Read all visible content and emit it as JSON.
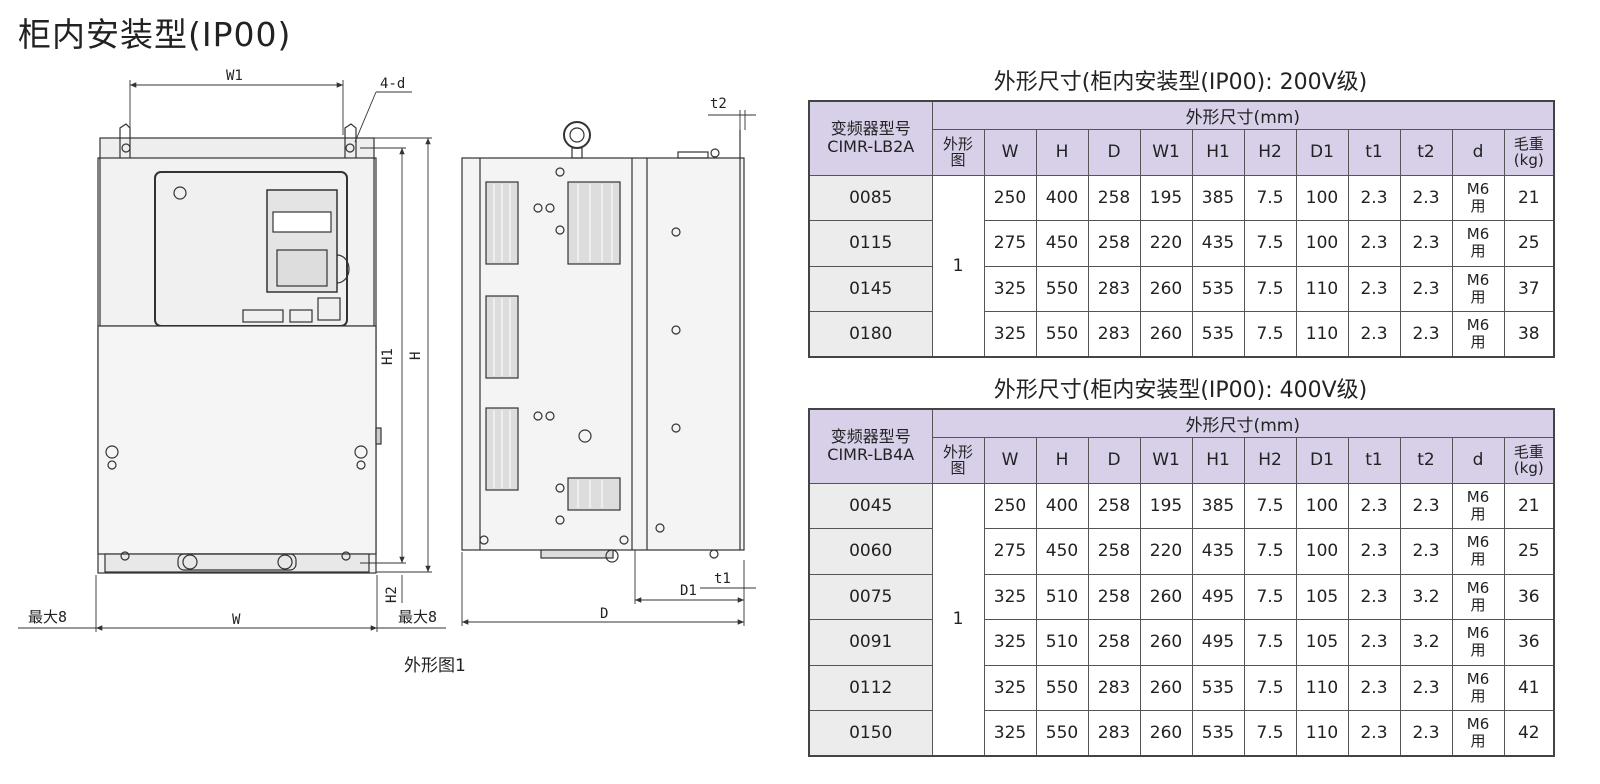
{
  "page_title": "柜内安装型(IP00)",
  "figure_caption": "外形图1",
  "drawing_labels": {
    "w1": "W1",
    "d4": "4-d",
    "t2": "t2",
    "h1": "H1",
    "h": "H",
    "h2": "H2",
    "t1": "t1",
    "d1": "D1",
    "w": "W",
    "d": "D",
    "max8_left": "最大8",
    "max8_right": "最大8"
  },
  "table_headers": {
    "model_line1": "变频器型号",
    "outline_group": "外形尺寸(mm)",
    "fig_line1": "外形",
    "fig_line2": "图",
    "cols": [
      "W",
      "H",
      "D",
      "W1",
      "H1",
      "H2",
      "D1",
      "t1",
      "t2",
      "d"
    ],
    "weight_line1": "毛重",
    "weight_line2": "(kg)"
  },
  "table_200v": {
    "title": "外形尺寸(柜内安装型(IP00): 200V级)",
    "model_line2": "CIMR-LB2A",
    "fig": "1",
    "rows": [
      {
        "model": "0085",
        "cells": [
          "250",
          "400",
          "258",
          "195",
          "385",
          "7.5",
          "100",
          "2.3",
          "2.3"
        ],
        "d1": "M6",
        "d2": "用",
        "weight": "21"
      },
      {
        "model": "0115",
        "cells": [
          "275",
          "450",
          "258",
          "220",
          "435",
          "7.5",
          "100",
          "2.3",
          "2.3"
        ],
        "d1": "M6",
        "d2": "用",
        "weight": "25"
      },
      {
        "model": "0145",
        "cells": [
          "325",
          "550",
          "283",
          "260",
          "535",
          "7.5",
          "110",
          "2.3",
          "2.3"
        ],
        "d1": "M6",
        "d2": "用",
        "weight": "37"
      },
      {
        "model": "0180",
        "cells": [
          "325",
          "550",
          "283",
          "260",
          "535",
          "7.5",
          "110",
          "2.3",
          "2.3"
        ],
        "d1": "M6",
        "d2": "用",
        "weight": "38"
      }
    ]
  },
  "table_400v": {
    "title": "外形尺寸(柜内安装型(IP00): 400V级)",
    "model_line2": "CIMR-LB4A",
    "fig": "1",
    "rows": [
      {
        "model": "0045",
        "cells": [
          "250",
          "400",
          "258",
          "195",
          "385",
          "7.5",
          "100",
          "2.3",
          "2.3"
        ],
        "d1": "M6",
        "d2": "用",
        "weight": "21"
      },
      {
        "model": "0060",
        "cells": [
          "275",
          "450",
          "258",
          "220",
          "435",
          "7.5",
          "100",
          "2.3",
          "2.3"
        ],
        "d1": "M6",
        "d2": "用",
        "weight": "25"
      },
      {
        "model": "0075",
        "cells": [
          "325",
          "510",
          "258",
          "260",
          "495",
          "7.5",
          "105",
          "2.3",
          "3.2"
        ],
        "d1": "M6",
        "d2": "用",
        "weight": "36"
      },
      {
        "model": "0091",
        "cells": [
          "325",
          "510",
          "258",
          "260",
          "495",
          "7.5",
          "105",
          "2.3",
          "3.2"
        ],
        "d1": "M6",
        "d2": "用",
        "weight": "36"
      },
      {
        "model": "0112",
        "cells": [
          "325",
          "550",
          "283",
          "260",
          "535",
          "7.5",
          "110",
          "2.3",
          "2.3"
        ],
        "d1": "M6",
        "d2": "用",
        "weight": "41"
      },
      {
        "model": "0150",
        "cells": [
          "325",
          "550",
          "283",
          "260",
          "535",
          "7.5",
          "110",
          "2.3",
          "2.3"
        ],
        "d1": "M6",
        "d2": "用",
        "weight": "42"
      }
    ]
  }
}
